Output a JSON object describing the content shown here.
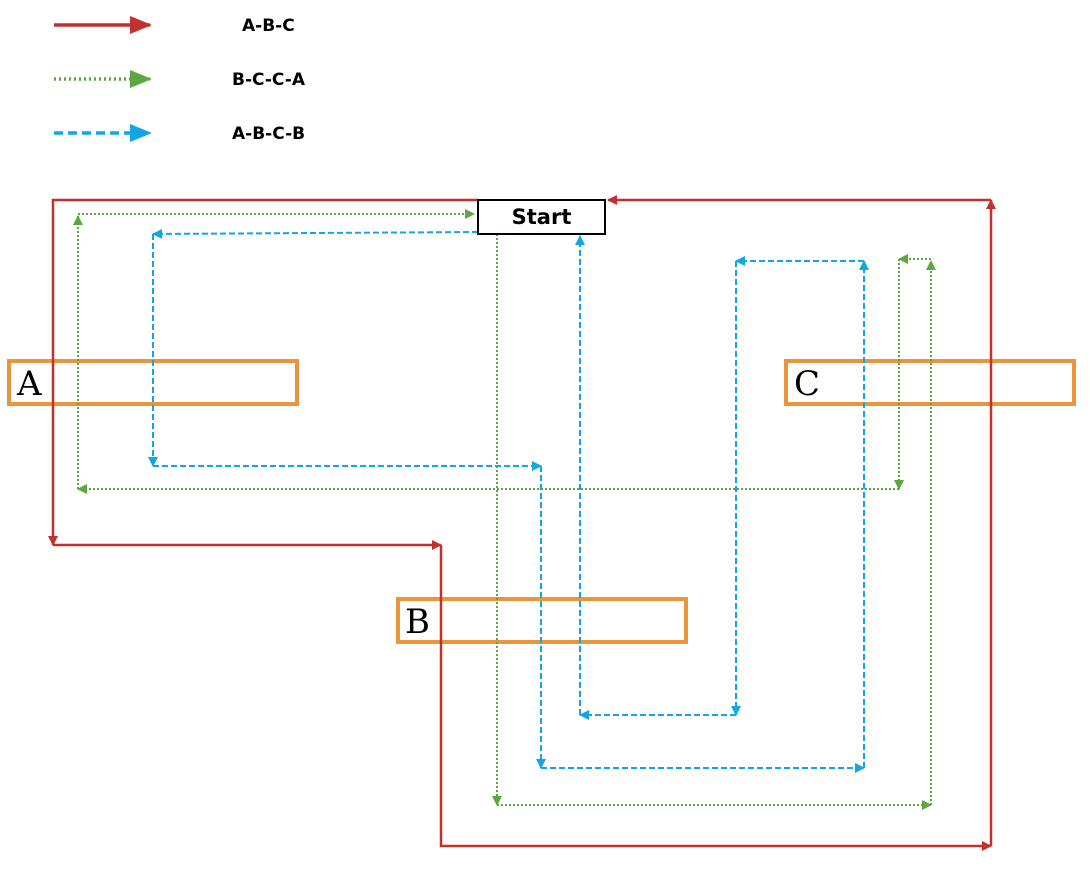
{
  "legend": [
    {
      "label": "A-B-C",
      "color": "#c0312f",
      "style": "solid"
    },
    {
      "label": "B-C-C-A",
      "color": "#5aa83f",
      "style": "dotted"
    },
    {
      "label": "A-B-C-B",
      "color": "#12a6e3",
      "style": "dashed"
    }
  ],
  "start_label": "Start",
  "zones": [
    {
      "label": "A",
      "color": "#e8953c"
    },
    {
      "label": "B",
      "color": "#e8953c"
    },
    {
      "label": "C",
      "color": "#e8953c"
    }
  ]
}
